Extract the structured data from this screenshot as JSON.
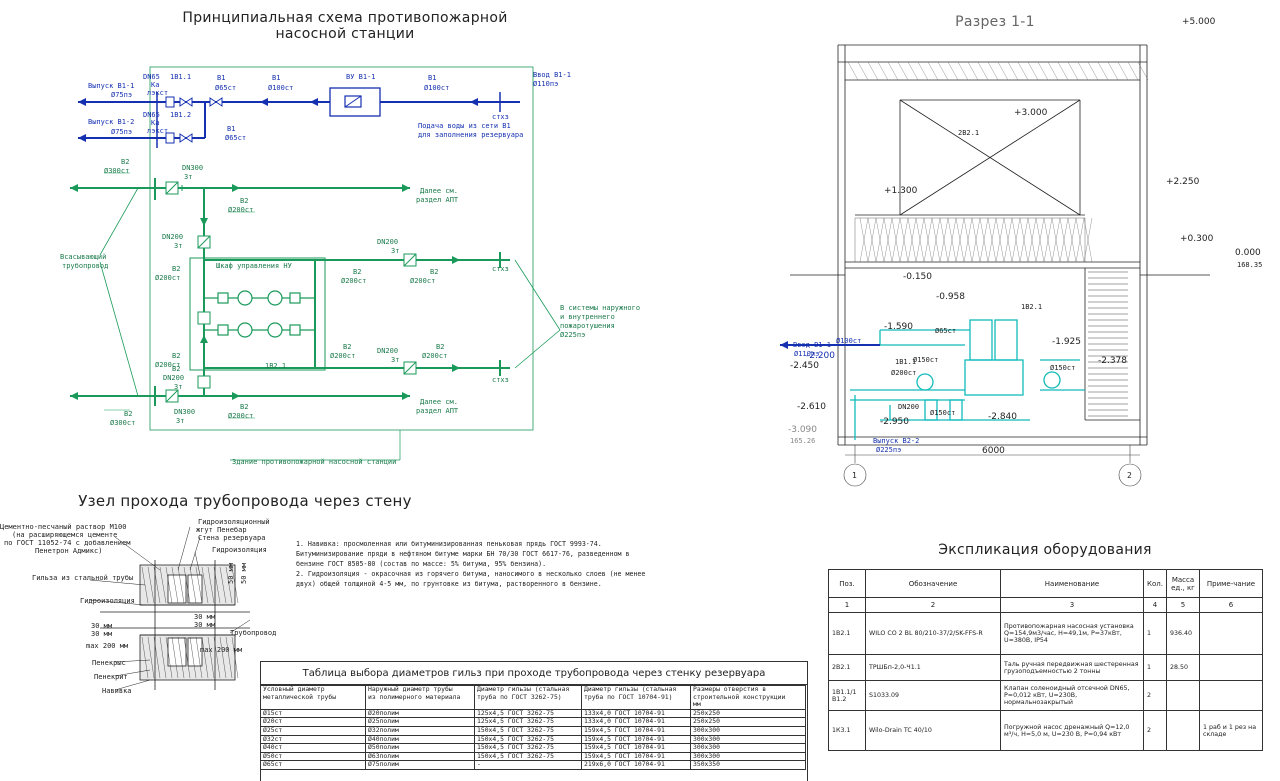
{
  "schema": {
    "title_line1": "Принципиальная схема противопожарной",
    "title_line2": "насосной станции",
    "labels": {
      "out1": "Выпуск В1-1",
      "out1_d": "Ø75пэ",
      "out2": "Выпуск В1-2",
      "out2_d": "Ø75пэ",
      "dn65_a": "DN65",
      "dn65_b": "DN65",
      "kanal_a": "Ка",
      "kanal_a2": "лэкст",
      "kanal_b": "Ка",
      "kanal_b2": "лэкст",
      "v111": "1В1.1",
      "v112": "1В1.2",
      "b1_a": "В1",
      "b1_a_d": "Ø65ст",
      "b1_b": "В1",
      "b1_b_d": "Ø100ст",
      "vu": "ВУ В1-1",
      "b1_c": "В1",
      "b1_c_d": "Ø100ст",
      "vvod": "Ввод В1-1",
      "vvod_d": "Ø110пэ",
      "b1_d": "В1",
      "b1_d_d": "Ø65ст",
      "stkhz1": "стхз",
      "supply1": "Подача воды из сети В1",
      "supply2": "для заполнения резервуара",
      "b2_a": "В2",
      "b2_a_d": "Ø300ст",
      "dn300_a": "DN300",
      "dn300_a_m": "3т",
      "b2_b": "В2",
      "b2_b_d": "Ø200ст",
      "further_a1": "Далее см.",
      "further_a2": "раздел АПТ",
      "suction1": "Всасывающий",
      "suction2": "трубопровод",
      "dn200_a": "DN200",
      "dn200_a_m": "3т",
      "shkaf": "Шкаф управления НУ",
      "b2_c": "В2",
      "b2_c_d": "Ø200ст",
      "dn200_b": "DN200",
      "dn200_b_m": "3т",
      "b2_d": "В2",
      "b2_d_d": "Ø200ст",
      "b2_e": "В2",
      "b2_e_d": "Ø200ст",
      "stkhz2": "стхз",
      "to_sys1": "В системы наружного",
      "to_sys2": "и внутреннего",
      "to_sys3": "пожаротушения",
      "to_sys4": "Ø225пэ",
      "b2_f": "В2",
      "b2_f_d": "Ø200ст",
      "v121": "1В2.1",
      "b2_g": "В2",
      "b2_g_d": "Ø200ст",
      "dn200_c": "DN200",
      "dn200_c_m": "3т",
      "b2_h": "В2",
      "b2_h_d": "Ø200ст",
      "stkhz3": "стхз",
      "b2_i": "В2",
      "b2_i_d": "Ø200ст",
      "dn200_d": "DN200",
      "dn200_d_m": "3т",
      "b2_j": "В2",
      "b2_j_d": "Ø300ст",
      "dn300_b": "DN300",
      "dn300_b_m": "3т",
      "b2_k": "В2",
      "b2_k_d": "Ø200ст",
      "further_b1": "Далее см.",
      "further_b2": "раздел АПТ",
      "building": "Здание противопожарной насосной станции"
    }
  },
  "section": {
    "title": "Разрез 1-1",
    "elevations": {
      "e5000": "+5.000",
      "e3000": "+3.000",
      "e1300": "+1.300",
      "e2250": "+2.250",
      "e0300": "+0.300",
      "e0000": "0.000",
      "e0000_abs": "168.35",
      "e0150": "-0.150",
      "e0958": "-0.958",
      "e1590": "-1.590",
      "e1925": "-1.925",
      "e2200": "-2.200",
      "e2378": "-2.378",
      "e2450": "-2.450",
      "e2610": "-2.610",
      "e2840": "-2.840",
      "e2950": "-2.950",
      "e3090": "-3.090",
      "e3090_abs": "165.26"
    },
    "labels": {
      "b221": "2В2.1",
      "b121": "1В2.1",
      "vvod": "Ввод В1-1",
      "vvod_d": "Ø110пэ",
      "d100": "Ø100ст",
      "d65": "Ø65ст",
      "b111": "1В1.1",
      "d150a": "Ø150ст",
      "d150b": "Ø150ст",
      "d200": "Ø200ст",
      "dn200": "DN200",
      "d150c": "Ø150ст",
      "vypusk": "Выпуск В2-2",
      "vypusk_d": "Ø225пэ",
      "dim6000": "6000",
      "axis1": "1",
      "axis2": "2"
    }
  },
  "node": {
    "title": "Узел прохода трубопровода через стену",
    "labels": {
      "mortar1": "Цементно-песчаный раствор М100",
      "mortar2": "(на расширяющемся цементе",
      "mortar3": "по ГОСТ 11052-74 с добавлением",
      "mortar4": "Пенетрон Адмикс)",
      "sleeve": "Гильза из стальной трубы",
      "hydro1": "Гидроизоляция",
      "hydro_top1": "Гидроизоляционный",
      "hydro_top2": "жгут Пенебар",
      "wall": "Стена резервуара",
      "hydro_top3": "Гидроизоляция",
      "d50a": "50 мм",
      "d50b": "50 мм",
      "d30a": "30 мм",
      "d30b": "30 мм",
      "d30c": "30 мм",
      "d30d": "30 мм",
      "pipe": "Трубопровод",
      "max200a": "max 200 мм",
      "max200b": "max 200 мм",
      "penekrys": "Пенекрыс",
      "penekrit": "Пенекрит",
      "navivka": "Навивка"
    },
    "notes": [
      "1.   Навивка: просмоленная или битуминизированная пеньковая прядь ГОСТ 9993-74.",
      "      Битуминизирование пряди в нефтяном битуме марки БН 70/30 ГОСТ 6617-76, разведенном в",
      "      бензине ГОСТ 8505-80 (состав по массе: 5% битума, 95% бензина).",
      "2.   Гидроизоляция - окрасочная из горячего битума, наносимого в несколько слоев (не менее",
      "      двух) общей толщиной 4-5 мм, по грунтовке из битума, растворенного в бензине."
    ]
  },
  "sleeve_table": {
    "title": "Таблица выбора диаметров гильз при проходе трубопровода через стенку резервуара",
    "headers": [
      [
        "Условный диаметр",
        "металлической трубы"
      ],
      [
        "Наружный диаметр трубы",
        "из полимерного материала"
      ],
      [
        "Диаметр гильзы (стальная",
        "труба по ГОСТ 3262-75)"
      ],
      [
        "Диаметр гильзы (стальная",
        "труба по ГОСТ 10704-91)"
      ],
      [
        "Размеры отверстия в",
        "строительной конструкции",
        "мм"
      ]
    ],
    "rows": [
      [
        "Ø15ст",
        "Ø20полим",
        "125х4,5 ГОСТ 3262-75",
        "133х4,0 ГОСТ 10704-91",
        "250х250"
      ],
      [
        "Ø20ст",
        "Ø25полим",
        "125х4,5 ГОСТ 3262-75",
        "133х4,0 ГОСТ 10704-91",
        "250х250"
      ],
      [
        "Ø25ст",
        "Ø32полим",
        "150х4,5 ГОСТ 3262-75",
        "159х4,5 ГОСТ 10704-91",
        "300х300"
      ],
      [
        "Ø32ст",
        "Ø40полим",
        "150х4,5 ГОСТ 3262-75",
        "159х4,5 ГОСТ 10704-91",
        "300х300"
      ],
      [
        "Ø40ст",
        "Ø50полим",
        "150х4,5 ГОСТ 3262-75",
        "159х4,5 ГОСТ 10704-91",
        "300х300"
      ],
      [
        "Ø50ст",
        "Ø63полим",
        "150х4,5 ГОСТ 3262-75",
        "159х4,5 ГОСТ 10704-91",
        "300х300"
      ],
      [
        "Ø65ст",
        "Ø75полим",
        "-",
        "219х6,0 ГОСТ 10704-91",
        "350х350"
      ]
    ]
  },
  "explication": {
    "title": "Экспликация оборудования",
    "headers": [
      "Поз.",
      "Обозначение",
      "Наименование",
      "Кол.",
      "Масса ед., кг",
      "Приме-чание"
    ],
    "numbers": [
      "1",
      "2",
      "3",
      "4",
      "5",
      "6"
    ],
    "rows": [
      [
        "1В2.1",
        "WILO CO 2 BL 80/210-37/2/SK-FFS-R",
        "Противопожарная насосная установка Q=154,9м3/час, H=49,1м, P=37кВт, U=380В, IP54",
        "1",
        "936.40",
        ""
      ],
      [
        "2В2.1",
        "ТРШБп-2,0-Ч1.1",
        "Таль ручная передвижная шестеренная грузоподъемностью 2 тонны",
        "1",
        "28.50",
        ""
      ],
      [
        "1В1.1/1 В1.2",
        "S1033.09",
        "Клапан соленоидный отсечной DN65, P=0,012 кВт, U=230В, нормальнозакрытый",
        "2",
        "",
        ""
      ],
      [
        "1К3.1",
        "Wilo-Drain TC 40/10",
        "Погружной насос дренажный Q=12,0 м³/ч, H=5,0 м, U=230 В, P=0,94 кВт",
        "2",
        "",
        "1 раб и 1 рез на складе"
      ]
    ]
  }
}
